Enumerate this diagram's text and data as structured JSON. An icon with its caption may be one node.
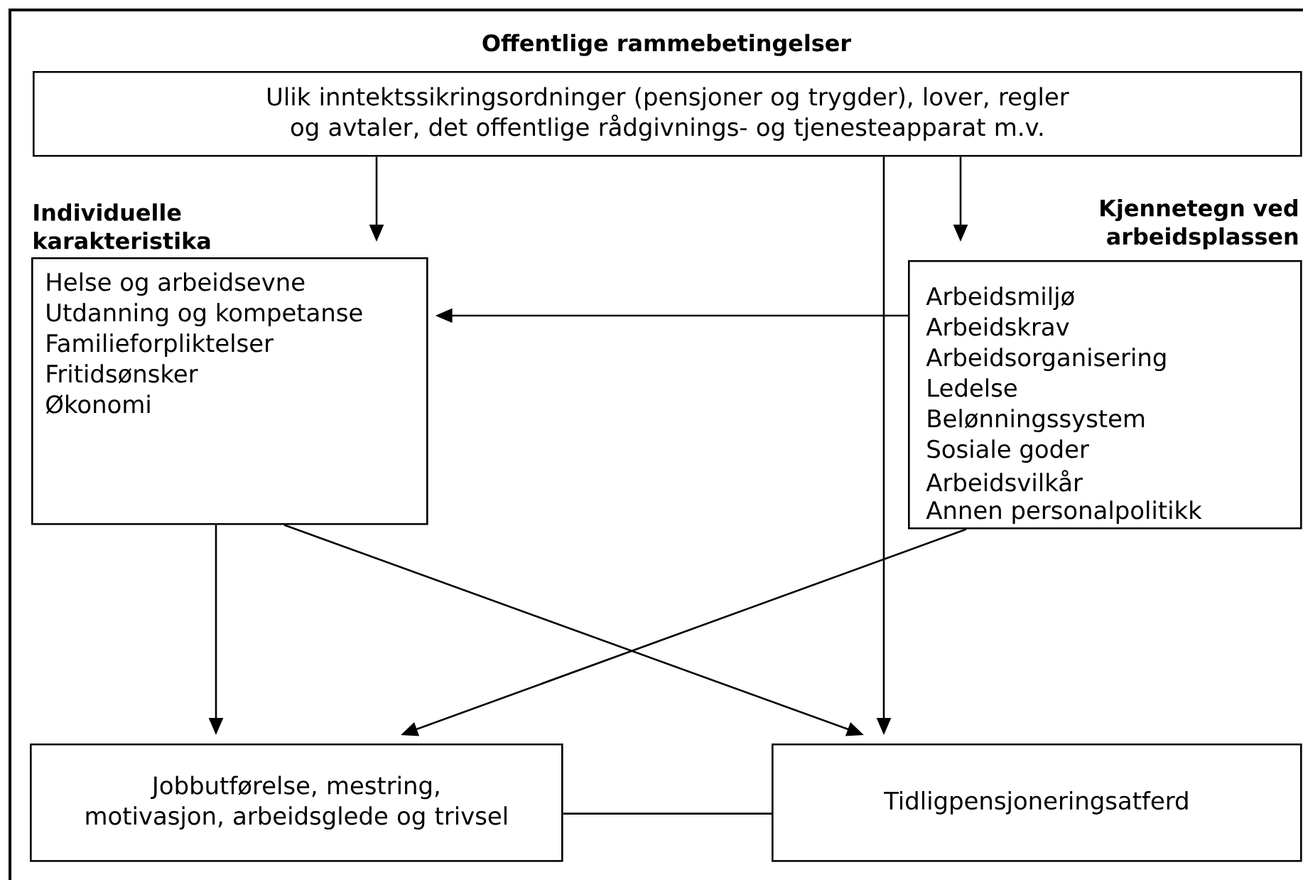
{
  "diagram": {
    "nodes": [
      {
        "text": [
          "Offentlige rammebetingelser",
          "Ulik inntektssikringsordninger (pensjoner og trygder), lover, regler og avtaler, det offentlige rådgivnings- og tjenesteapparat m.v."
        ]
      },
      {
        "text": [
          "Individuelle karakteristika",
          "Helse og arbeidsevne",
          "Utdanning og kompetanse",
          "Familieforpliktelser",
          "Fritidsønsker",
          "Økonomi"
        ]
      },
      {
        "text": [
          "Kjennetegn ved arbeidsplassen",
          "Arbeidsmiljø",
          "Arbeidskrav",
          "Arbeidsorganisering",
          "Ledelse",
          "Belønningssystem",
          "Sosiale goder",
          "Arbeidsvilkår",
          "Annen personalpolitikk"
        ]
      },
      {
        "text": [
          "Jobbutførelse, mestring, motivasjon, arbeidsglede  og trivsel"
        ]
      },
      {
        "text": [
          "Tidligpensjoneringsatferd"
        ]
      }
    ],
    "edges": [
      {
        "from": 0,
        "to": 1,
        "arrow": "to"
      },
      {
        "from": 0,
        "to": 2,
        "arrow": "to"
      },
      {
        "from": 0,
        "to": 4,
        "arrow": "to"
      },
      {
        "from": 2,
        "to": 1,
        "arrow": "to"
      },
      {
        "from": 1,
        "to": 3,
        "arrow": "to"
      },
      {
        "from": 1,
        "to": 4,
        "arrow": "to"
      },
      {
        "from": 2,
        "to": 3,
        "arrow": "to"
      },
      {
        "from": 3,
        "to": 4,
        "arrow": "none"
      }
    ]
  }
}
